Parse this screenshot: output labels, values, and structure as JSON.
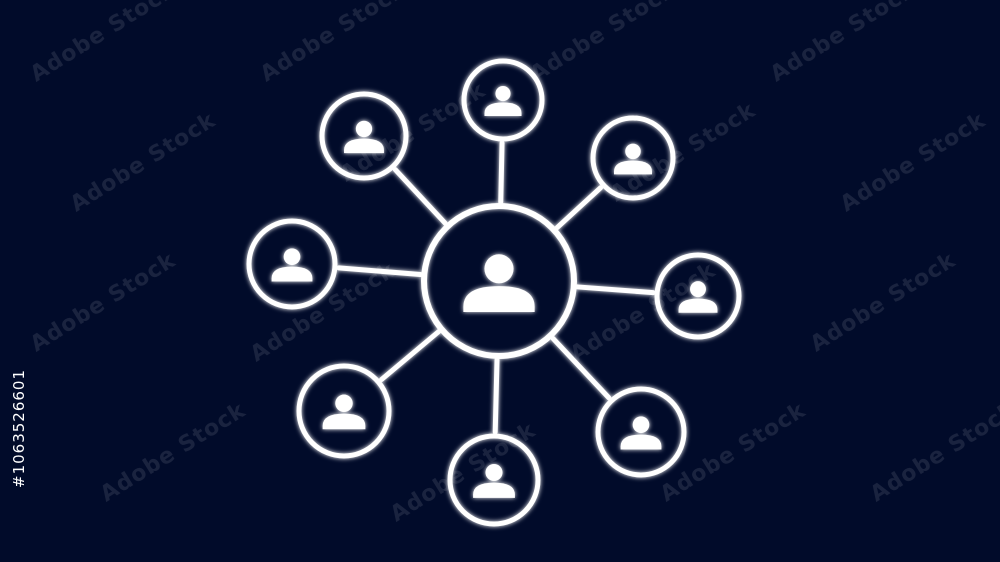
{
  "colors": {
    "background": "#010b2a",
    "stroke": "#ffffff"
  },
  "watermark": {
    "text": "Adobe Stock",
    "stock_id": "#1063526601"
  },
  "network": {
    "center_icon": "person-icon",
    "satellite_icon": "person-icon",
    "satellite_count": 8
  }
}
